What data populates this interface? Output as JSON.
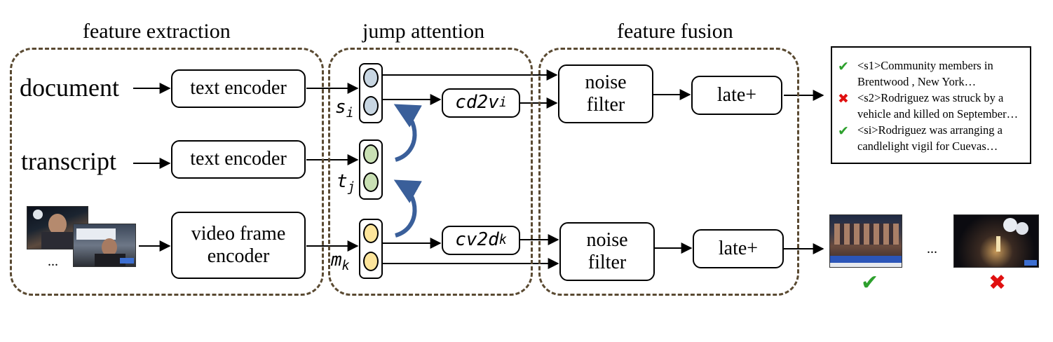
{
  "sections": {
    "extraction": "feature extraction",
    "attention": "jump attention",
    "fusion": "feature fusion"
  },
  "inputs": {
    "document": "document",
    "transcript": "transcript",
    "frames_ellipsis": "..."
  },
  "encoders": {
    "doc_encoder": "text encoder",
    "transcript_encoder": "text encoder",
    "video_encoder_line1": "video frame",
    "video_encoder_line2": "encoder"
  },
  "symbols": {
    "s": "s",
    "s_sub": "i",
    "t": "t",
    "t_sub": "j",
    "m": "m",
    "m_sub": "k",
    "cd2v": "cd2v",
    "cd2v_sub": "i",
    "cv2d": "cv2d",
    "cv2d_sub": "k"
  },
  "fusion": {
    "noise_filter_line1": "noise",
    "noise_filter_line2": "filter",
    "late": "late+"
  },
  "output_text": [
    {
      "mark": "✔",
      "status": "ok",
      "text": "<s1>Community members in Brentwood , New York…"
    },
    {
      "mark": "✖",
      "status": "bad",
      "text": "<s2>Rodriguez was struck by a vehicle and killed on September…"
    },
    {
      "mark": "✔",
      "status": "ok",
      "text": "<si>Rodriguez was arranging a candlelight vigil for Cuevas…"
    }
  ],
  "output_images": {
    "ellipsis": "...",
    "first_mark": "✔",
    "last_mark": "✖"
  },
  "colors": {
    "document_feature": "#c8d6e2",
    "transcript_feature": "#c9e0b4",
    "video_feature": "#fde59b",
    "attention_arrow": "#3a5f9a",
    "group_border": "#5a4a32",
    "accept": "#2da02d",
    "reject": "#e01010"
  }
}
